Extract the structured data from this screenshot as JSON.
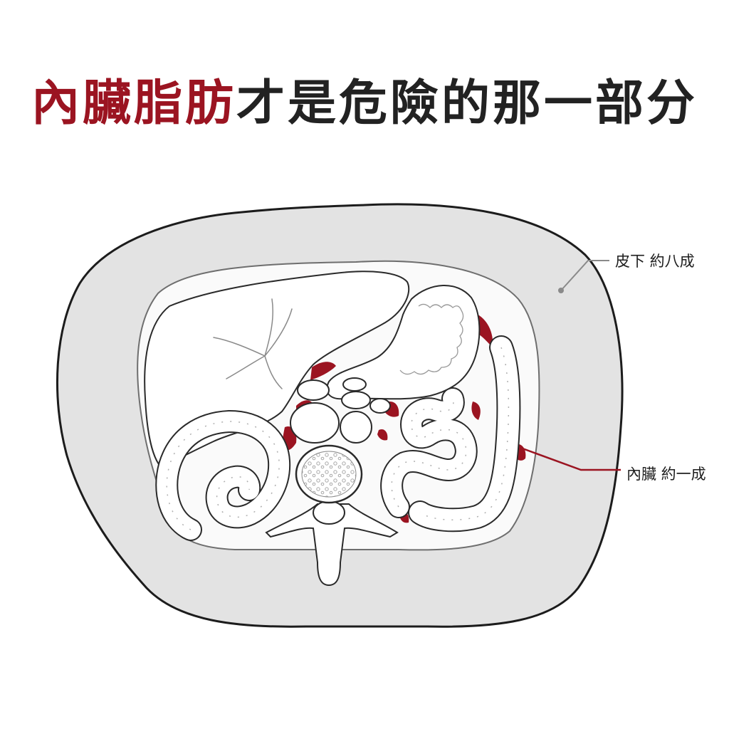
{
  "title": {
    "highlight": "內臟脂肪",
    "rest": "才是危險的那一部分"
  },
  "labels": {
    "subcutaneous": "皮下 約八成",
    "visceral": "內臟 約一成"
  },
  "fat_share": {
    "subcutaneous": 0.8,
    "visceral": 0.1
  },
  "colors": {
    "accent": "#9b1421",
    "subcutaneous_fill": "#e3e3e3",
    "outline": "#1c1c1c",
    "text": "#222222"
  }
}
